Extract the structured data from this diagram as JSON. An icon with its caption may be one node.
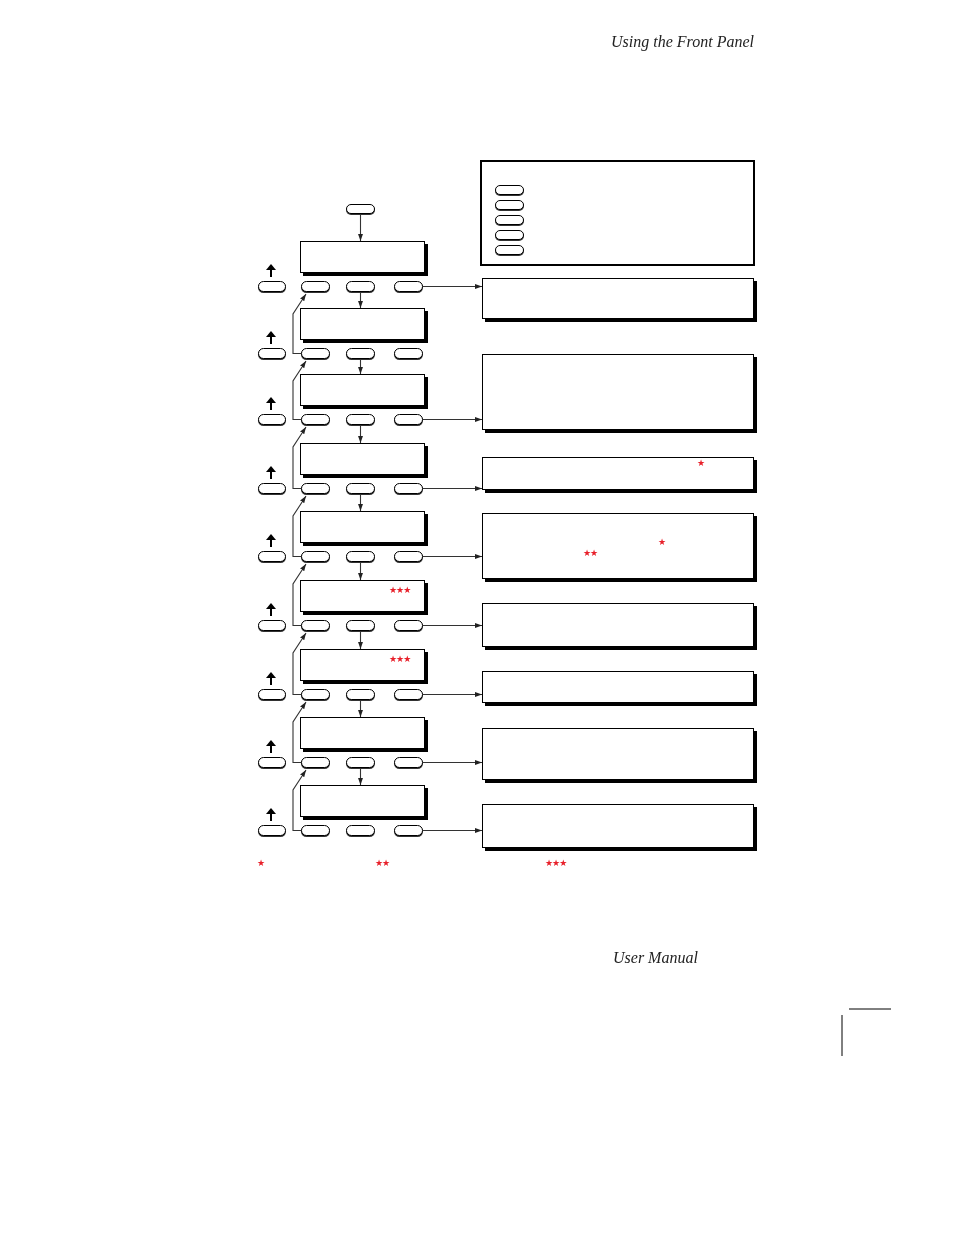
{
  "diagram": {
    "nodes": [
      {
        "text": [],
        "shape": "box"
      },
      {
        "text": [],
        "shape": "button",
        "in": 0
      },
      {
        "text": [],
        "shape": "button",
        "in": 0
      },
      {
        "text": [],
        "shape": "button",
        "in": 0
      },
      {
        "text": [],
        "shape": "button",
        "in": 0
      },
      {
        "text": [],
        "shape": "button",
        "in": 0
      },
      {
        "text": [],
        "shape": "button"
      },
      {
        "text": [],
        "shape": "box"
      },
      {
        "text": [],
        "shape": "button"
      },
      {
        "text": [],
        "shape": "button"
      },
      {
        "text": [],
        "shape": "button"
      },
      {
        "text": [],
        "shape": "button"
      },
      {
        "text": [],
        "shape": "box"
      },
      {
        "text": [],
        "shape": "box"
      },
      {
        "text": [],
        "shape": "button"
      },
      {
        "text": [],
        "shape": "button"
      },
      {
        "text": [],
        "shape": "button"
      },
      {
        "text": [],
        "shape": "button"
      },
      {
        "text": [],
        "shape": "box"
      },
      {
        "text": [],
        "shape": "button"
      },
      {
        "text": [],
        "shape": "button"
      },
      {
        "text": [],
        "shape": "button"
      },
      {
        "text": [],
        "shape": "button"
      },
      {
        "text": [],
        "shape": "box"
      },
      {
        "text": [],
        "shape": "box"
      },
      {
        "text": [],
        "shape": "button"
      },
      {
        "text": [],
        "shape": "button"
      },
      {
        "text": [],
        "shape": "button"
      },
      {
        "text": [],
        "shape": "button"
      },
      {
        "text": [
          "★"
        ]
      },
      {
        "text": [],
        "shape": "box"
      },
      {
        "text": [],
        "shape": "button"
      },
      {
        "text": [],
        "shape": "button"
      },
      {
        "text": [],
        "shape": "button"
      },
      {
        "text": [],
        "shape": "button"
      },
      {
        "text": [
          "★",
          "★★"
        ]
      },
      {
        "text": [
          "★★★"
        ]
      },
      {
        "text": [],
        "shape": "button"
      },
      {
        "text": [],
        "shape": "button"
      },
      {
        "text": [],
        "shape": "button"
      },
      {
        "text": [],
        "shape": "button"
      },
      {
        "text": [],
        "shape": "box"
      },
      {
        "text": [
          "★★★"
        ]
      },
      {
        "text": [],
        "shape": "button"
      },
      {
        "text": [],
        "shape": "button"
      },
      {
        "text": [],
        "shape": "button"
      },
      {
        "text": [],
        "shape": "button"
      },
      {
        "text": [],
        "shape": "box"
      },
      {
        "text": [],
        "shape": "box"
      },
      {
        "text": [],
        "shape": "button"
      },
      {
        "text": [],
        "shape": "button"
      },
      {
        "text": [],
        "shape": "button"
      },
      {
        "text": [],
        "shape": "button"
      },
      {
        "text": [],
        "shape": "box"
      },
      {
        "text": [],
        "shape": "box"
      },
      {
        "text": [],
        "shape": "button"
      },
      {
        "text": [],
        "shape": "button"
      },
      {
        "text": [],
        "shape": "button"
      },
      {
        "text": [],
        "shape": "button"
      },
      {
        "text": [],
        "shape": "box"
      }
    ],
    "edges": [
      {
        "from": 6,
        "to": 7,
        "arrow": "to"
      },
      {
        "from": 10,
        "to": 13,
        "arrow": "to"
      },
      {
        "from": 11,
        "to": 12,
        "arrow": "to"
      },
      {
        "from": 15,
        "to": 9,
        "arrow": "to"
      },
      {
        "from": 16,
        "to": 18,
        "arrow": "to"
      },
      {
        "from": 20,
        "to": 15,
        "arrow": "to"
      },
      {
        "from": 21,
        "to": 24,
        "arrow": "to"
      },
      {
        "from": 22,
        "to": 23,
        "arrow": "to"
      },
      {
        "from": 26,
        "to": 20,
        "arrow": "to"
      },
      {
        "from": 27,
        "to": 30,
        "arrow": "to"
      },
      {
        "from": 28,
        "to": 29,
        "arrow": "to"
      },
      {
        "from": 32,
        "to": 26,
        "arrow": "to"
      },
      {
        "from": 33,
        "to": 36,
        "arrow": "to"
      },
      {
        "from": 34,
        "to": 35,
        "arrow": "to"
      },
      {
        "from": 38,
        "to": 32,
        "arrow": "to"
      },
      {
        "from": 39,
        "to": 42,
        "arrow": "to"
      },
      {
        "from": 40,
        "to": 41,
        "arrow": "to"
      },
      {
        "from": 44,
        "to": 38,
        "arrow": "to"
      },
      {
        "from": 45,
        "to": 48,
        "arrow": "to"
      },
      {
        "from": 46,
        "to": 47,
        "arrow": "to"
      },
      {
        "from": 50,
        "to": 44,
        "arrow": "to"
      },
      {
        "from": 51,
        "to": 54,
        "arrow": "to"
      },
      {
        "from": 52,
        "to": 53,
        "arrow": "to"
      },
      {
        "from": 56,
        "to": 50,
        "arrow": "to"
      },
      {
        "from": 58,
        "to": 59,
        "arrow": "to"
      }
    ],
    "labels": [
      "Using the Front Panel",
      "★",
      "★★",
      "★★★",
      "User Manual"
    ]
  }
}
